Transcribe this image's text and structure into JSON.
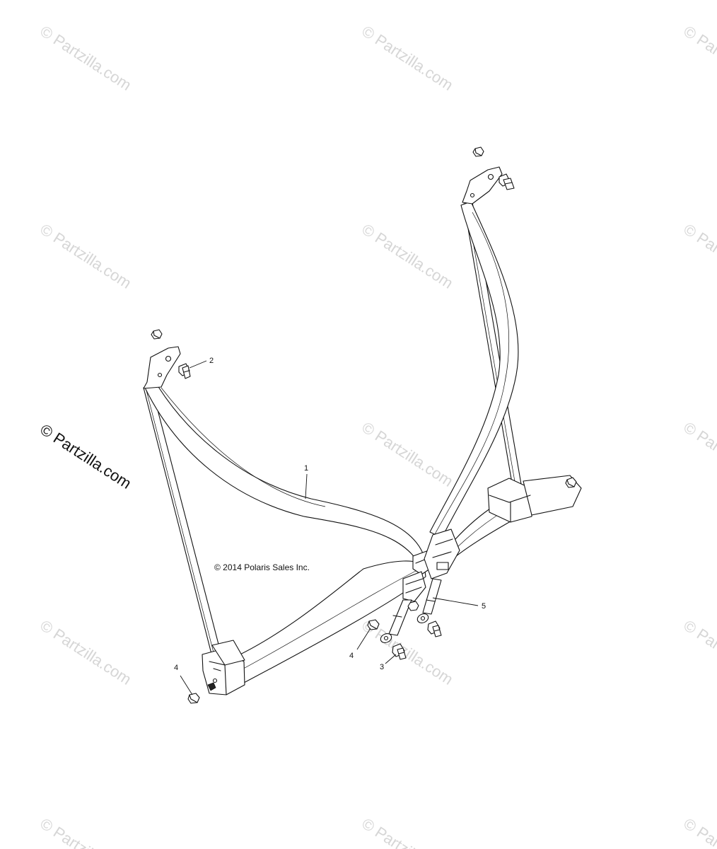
{
  "watermark": {
    "text": "© Partzilla.com",
    "color": "#d6d6d6",
    "main_color": "#111111"
  },
  "copyright": "© 2014 Polaris Sales Inc.",
  "callouts": [
    {
      "id": "callout-1",
      "label": "1"
    },
    {
      "id": "callout-2",
      "label": "2"
    },
    {
      "id": "callout-3",
      "label": "3"
    },
    {
      "id": "callout-4-left",
      "label": "4"
    },
    {
      "id": "callout-4-center",
      "label": "4"
    },
    {
      "id": "callout-5",
      "label": "5"
    }
  ]
}
